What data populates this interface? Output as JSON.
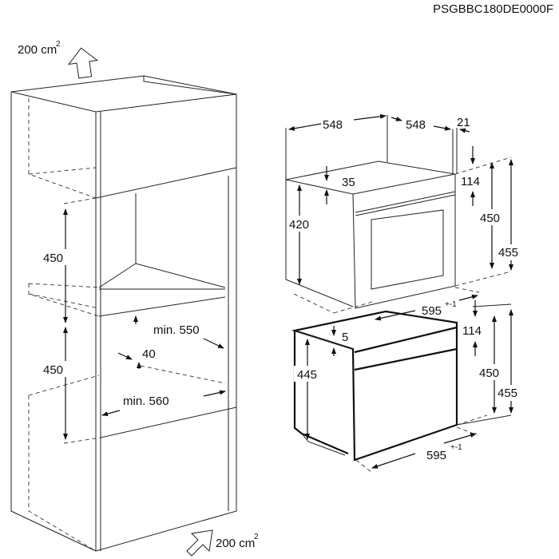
{
  "model_code": "PSGBBC180DE0000F",
  "ventilation": {
    "top": "200 cm",
    "bottom": "200 cm",
    "unit_exponent": "2"
  },
  "cabinet": {
    "height_upper": "450",
    "height_lower": "450",
    "depth_min": "min. 550",
    "width_min": "min. 560",
    "gap": "40"
  },
  "appliance_top": {
    "depth_left": "548",
    "depth_right": "548",
    "offset": "21",
    "top_gap": "35",
    "side_height": "420",
    "panel_height": "114",
    "front_height": "450",
    "total_height": "455",
    "width": "595",
    "tolerance": "+-1"
  },
  "appliance_bottom": {
    "top_gap": "5",
    "side_height": "445",
    "panel_height": "114",
    "front_height": "450",
    "total_height": "455",
    "width": "595",
    "tolerance": "+-1"
  }
}
